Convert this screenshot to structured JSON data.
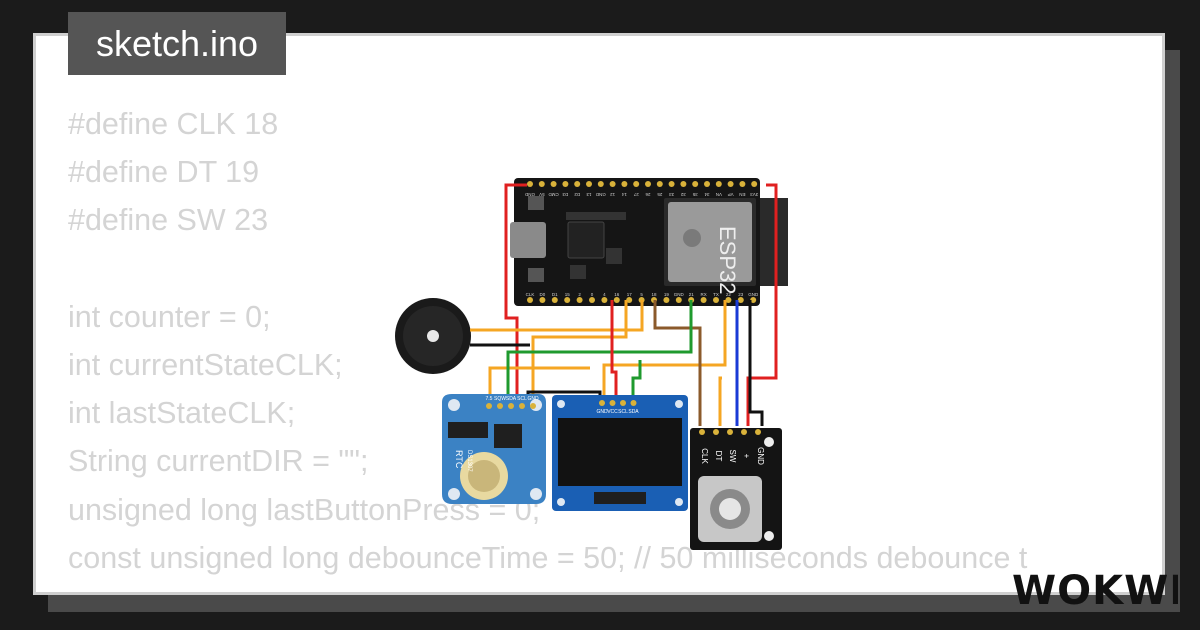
{
  "file": {
    "name": "sketch.ino"
  },
  "code_lines": [
    "#define CLK 18",
    "#define DT 19",
    "#define SW 23",
    "",
    "int counter = 0;",
    "int currentStateCLK;",
    "int lastStateCLK;",
    "String currentDIR = \"\";",
    "unsigned long lastButtonPress = 0;",
    "const unsigned long debounceTime = 50; // 50 milliseconds debounce t"
  ],
  "components": {
    "esp32": {
      "chip_label": "ESP32",
      "top_pins": [
        "GND",
        "5V",
        "CMD",
        "D3",
        "D2",
        "13",
        "GND",
        "12",
        "14",
        "27",
        "26",
        "25",
        "33",
        "32",
        "35",
        "34",
        "VN",
        "VP",
        "EN",
        "3V3"
      ],
      "bottom_pins": [
        "CLK",
        "D0",
        "D1",
        "15",
        "2",
        "0",
        "4",
        "16",
        "17",
        "5",
        "18",
        "19",
        "GND",
        "21",
        "RX",
        "TX",
        "22",
        "23",
        "GND"
      ]
    },
    "rtc": {
      "pins": [
        "7.5",
        "SQW",
        "SDA",
        "SCL",
        "GND"
      ],
      "labels": [
        "RTC",
        "DS1307"
      ]
    },
    "oled": {
      "pins": [
        "GND",
        "VCC",
        "SCL",
        "SDA"
      ]
    },
    "encoder": {
      "pins": [
        "CLK",
        "DT",
        "SW",
        "+",
        "GND"
      ]
    }
  },
  "brand": {
    "logo_text": "WOKWI"
  },
  "colors": {
    "background": "#1b1b1b",
    "card": "#ffffff",
    "title_tag": "#555555",
    "code_text": "#d4d4d4",
    "wire_red": "#e02020",
    "wire_orange": "#f5a623",
    "wire_brown": "#8b5a2b",
    "wire_green": "#1f9a2e",
    "wire_blue": "#1a3ad6",
    "wire_black": "#111111",
    "rtc_board": "#3b82c4",
    "oled_board": "#1a5fb4"
  }
}
